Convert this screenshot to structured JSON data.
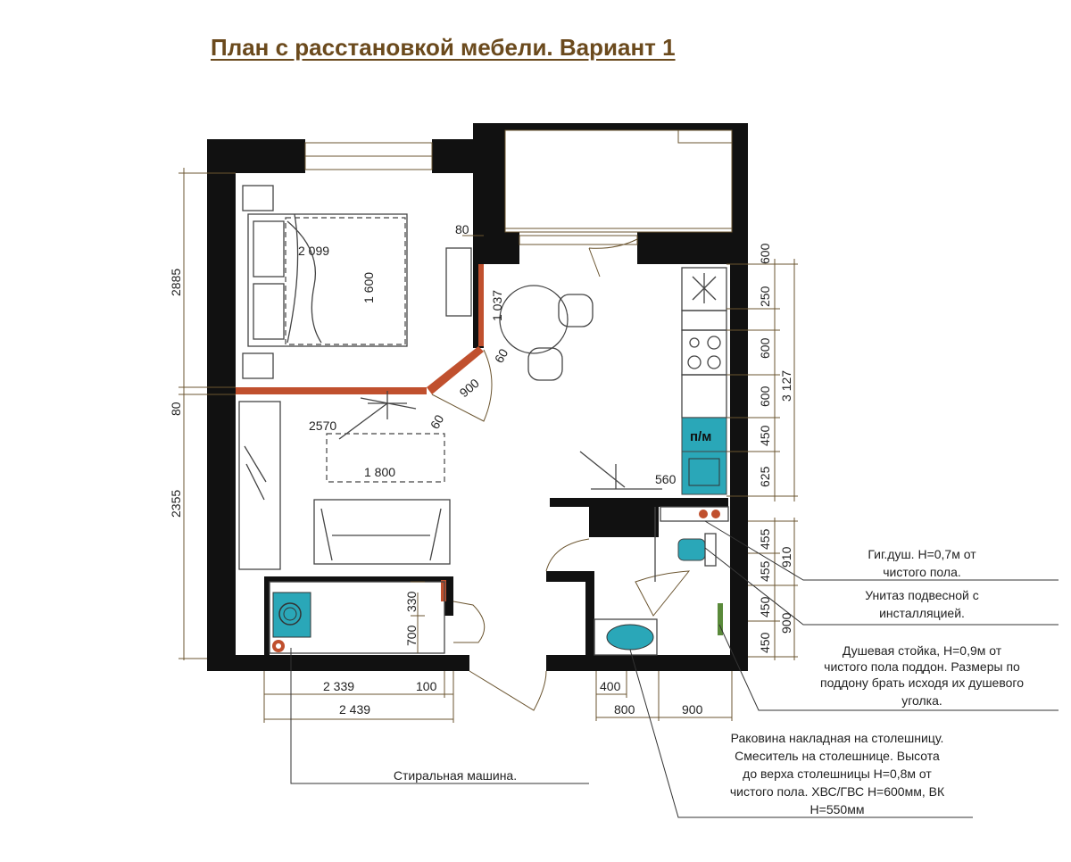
{
  "title": "План с расстановкой мебели. Вариант 1",
  "dimensions": {
    "left_2885": "2885",
    "left_80": "80",
    "left_2355": "2355",
    "bed_width": "2 099",
    "bed_length": "1 600",
    "wall_80": "80",
    "wall_1037": "1 037",
    "door_60a": "60",
    "door_900": "900",
    "door_60b": "60",
    "room_2570": "2570",
    "sofa_1800": "1 800",
    "kitchen_560": "560",
    "right_600a": "600",
    "right_250": "250",
    "right_600b": "600",
    "right_600c": "600",
    "right_450a": "450",
    "right_625": "625",
    "right_3127": "3 127",
    "bath_455a": "455",
    "bath_455b": "455",
    "bath_450a": "450",
    "bath_450b": "450",
    "bath_910": "910",
    "bath_900": "900",
    "laundry_330": "330",
    "laundry_700": "700",
    "bottom_2339": "2 339",
    "bottom_100": "100",
    "bottom_2439": "2 439",
    "bottom_400": "400",
    "bottom_800": "800",
    "bottom_900": "900"
  },
  "labels": {
    "fridge": "п/м"
  },
  "notes": {
    "hygienic_shower": [
      "Гиг.душ. Н=0,7м от",
      "чистого пола."
    ],
    "toilet": [
      "Унитаз подвесной с",
      "инсталляцией."
    ],
    "shower_rack": [
      "Душевая стойка,  Н=0,9м от",
      "чистого пола поддон. Размеры по",
      "поддону брать исходя их душевого",
      "уголка."
    ],
    "sink": [
      "Раковина накладная на столешницу.",
      "Смеситель на столешнице. Высота",
      "до верха столешницы Н=0,8м от",
      "чистого пола. ХВС/ГВС Н=600мм, ВК",
      "Н=550мм"
    ],
    "washing_machine": "Стиральная машина."
  },
  "colors": {
    "title": "#6b4a1d",
    "wall": "#111111",
    "partition": "#c0502e",
    "fixture": "#2aa7b8",
    "dimension_line": "#6b5530"
  }
}
